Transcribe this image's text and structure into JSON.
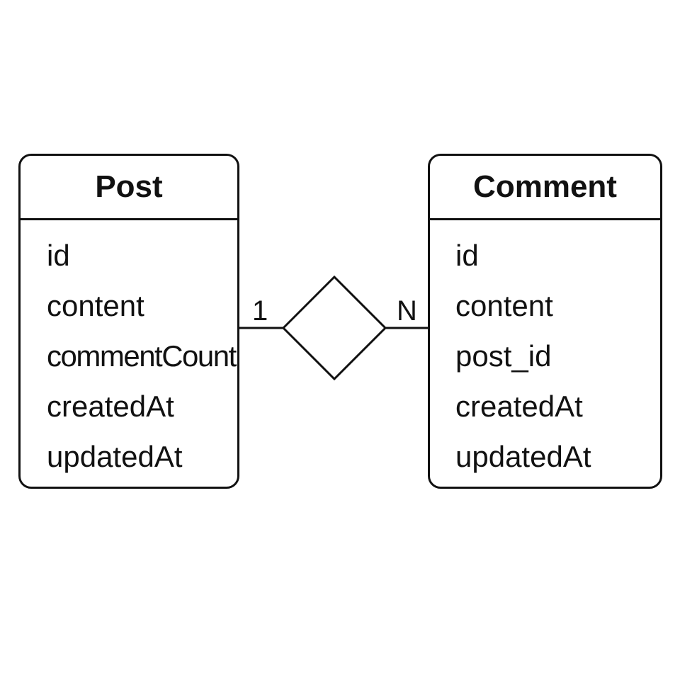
{
  "entities": {
    "post": {
      "name": "Post",
      "attributes": [
        "id",
        "content",
        "commentCount",
        "createdAt",
        "updatedAt"
      ]
    },
    "comment": {
      "name": "Comment",
      "attributes": [
        "id",
        "content",
        "post_id",
        "createdAt",
        "updatedAt"
      ]
    }
  },
  "relationship": {
    "left_cardinality": "1",
    "right_cardinality": "N"
  },
  "colors": {
    "stroke": "#111111",
    "background": "#ffffff"
  }
}
